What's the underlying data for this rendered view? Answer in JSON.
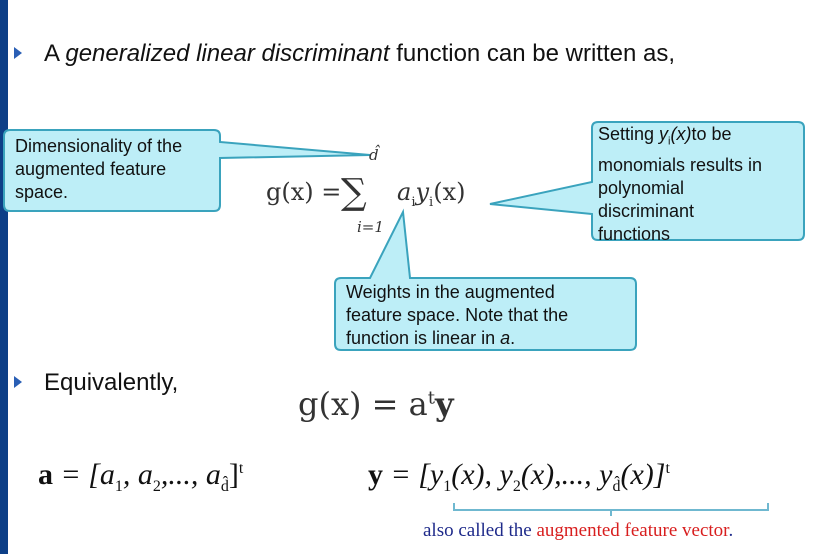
{
  "bullet1": {
    "prefix": "A ",
    "emphasis": "generalized linear discriminant",
    "suffix": " function can be written as,"
  },
  "bullet2": {
    "text": "Equivalently,"
  },
  "callouts": {
    "dimensionality": {
      "line1": "Dimensionality of the",
      "line2": "augmented feature",
      "line3": "space."
    },
    "setting": {
      "line1_a": "Setting ",
      "line1_var": "y",
      "line1_sub": "i",
      "line1_b": "(x)",
      "line1_c": "to be",
      "line2": "monomials results in",
      "line3": "polynomial",
      "line4": "discriminant",
      "line5": "functions"
    },
    "weights": {
      "line1": "Weights in the augmented",
      "line2": "feature space.  Note that the",
      "line3_a": "function is linear in ",
      "line3_var": "a",
      "line3_b": "."
    }
  },
  "formula1": {
    "lhs": "g(x) =",
    "sum": "∑",
    "upper": "d̂",
    "lower": "i=1",
    "term": "a",
    "term_sub": "i",
    "term2": "y",
    "term2_sub": "i",
    "term3": "(x)"
  },
  "formula2": {
    "lhs": "g(x) = a",
    "sup": "t",
    "rhs": "y"
  },
  "vector_a": {
    "name": "a",
    "eq": "= [a",
    "s1": "1",
    "m1": ", a",
    "s2": "2",
    "m2": ",..., a",
    "s3": "d̂",
    "end": "]",
    "sup": "t"
  },
  "vector_y": {
    "name": "y",
    "eq": "= [y",
    "s1": "1",
    "m1": "(x), y",
    "s2": "2",
    "m2": "(x),..., y",
    "s3": "d̂",
    "end": "(x)]",
    "sup": "t"
  },
  "note": {
    "prefix": "also called the ",
    "highlight": "augmented feature vector",
    "suffix": "."
  },
  "colors": {
    "callout_fill": "#bdeef7",
    "callout_stroke": "#3aa3bd",
    "left_bar": "#0d3f87",
    "bullet": "#2a5fb5",
    "note_blue": "#1e2a8a",
    "note_red": "#d81e1e",
    "bracket": "#6fb8d0"
  }
}
